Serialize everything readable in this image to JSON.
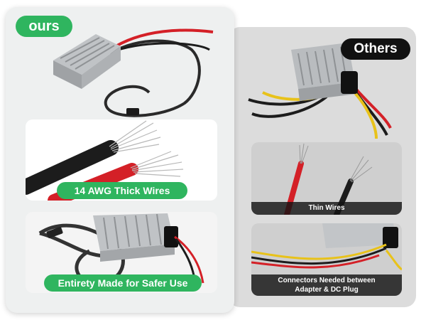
{
  "ours": {
    "badge": "ours",
    "wire_label": "14 AWG Thick Wires",
    "device_label": "Entirety Made for Safer Use"
  },
  "others": {
    "badge": "Others",
    "thin_caption": "Thin Wires",
    "connector_caption_line1": "Connectors Needed between",
    "connector_caption_line2": "Adapter & DC Plug"
  },
  "colors": {
    "accent_green": "#2fb55f",
    "badge_dark": "#111111",
    "wire_red": "#d42027",
    "wire_black": "#1c1c1c",
    "wire_yellow": "#e8c21a",
    "housing_silver": "#b9bcbf"
  },
  "icons": [
    "converter-device-image",
    "wire-closeup-image",
    "connector-plug-image"
  ]
}
